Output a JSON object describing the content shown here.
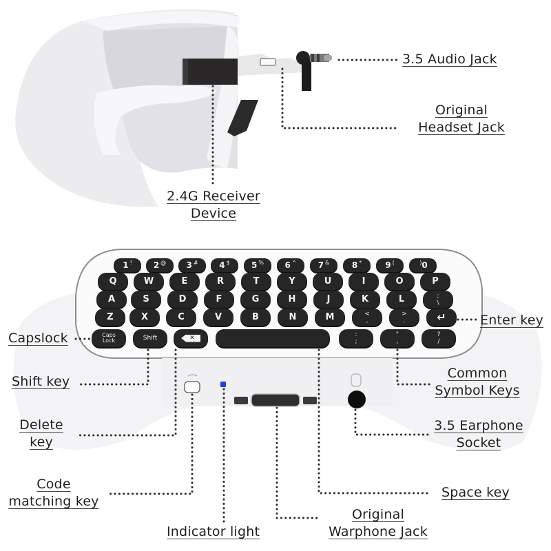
{
  "top_device": {
    "labels": {
      "audio_jack": "3.5 Audio Jack",
      "headset_jack_line1": "Original",
      "headset_jack_line2": "Headset Jack",
      "receiver_line1": "2.4G Receiver",
      "receiver_line2": "Device"
    }
  },
  "keyboard": {
    "number_row": [
      {
        "main": "1",
        "sub": "!"
      },
      {
        "main": "2",
        "sub": "@"
      },
      {
        "main": "3",
        "sub": "#"
      },
      {
        "main": "4",
        "sub": "$"
      },
      {
        "main": "5",
        "sub": "%"
      },
      {
        "main": "6",
        "sub": "^"
      },
      {
        "main": "7",
        "sub": "&"
      },
      {
        "main": "8",
        "sub": "*"
      },
      {
        "main": "9",
        "sub": "("
      },
      {
        "main": "0",
        "sub": ")"
      }
    ],
    "row_q": [
      "Q",
      "W",
      "E",
      "R",
      "T",
      "Y",
      "U",
      "I",
      "O",
      "P"
    ],
    "row_a": [
      "A",
      "S",
      "D",
      "F",
      "G",
      "H",
      "J",
      "K",
      "L",
      ";"
    ],
    "row_a_last_alt": "\\",
    "row_z": [
      "Z",
      "X",
      "C",
      "V",
      "B",
      "N",
      "M"
    ],
    "row_z_symbols": [
      {
        "top": "<",
        "bottom": ","
      },
      {
        "top": ">",
        "bottom": "."
      }
    ],
    "enter_glyph": "↵",
    "bottom_row": {
      "capslock_line1": "Caps",
      "capslock_line2": "Lock",
      "shift": "Shift",
      "delete_glyph": "✕",
      "symbol_keys": [
        {
          "top": ":",
          "bottom": ";"
        },
        {
          "top": "\"",
          "bottom": ","
        },
        {
          "top": "?",
          "bottom": "/"
        }
      ]
    }
  },
  "labels": {
    "enter_key": "Enter key",
    "capslock": "Capslock",
    "shift_key": "Shift key",
    "common_symbol_line1": "Common",
    "common_symbol_line2": "Symbol Keys",
    "delete_line1": "Delete",
    "delete_line2": "key",
    "earphone_line1": "3.5 Earphone",
    "earphone_line2": "Socket",
    "code_line1": "Code",
    "code_line2": "matching key",
    "space_key": "Space key",
    "indicator_light": "Indicator light",
    "warphone_line1": "Original",
    "warphone_line2": "Warphone Jack"
  },
  "colors": {
    "indicator_blue": "#1f3fe0",
    "key_black": "#262626",
    "body_white": "#f1f1f3"
  }
}
